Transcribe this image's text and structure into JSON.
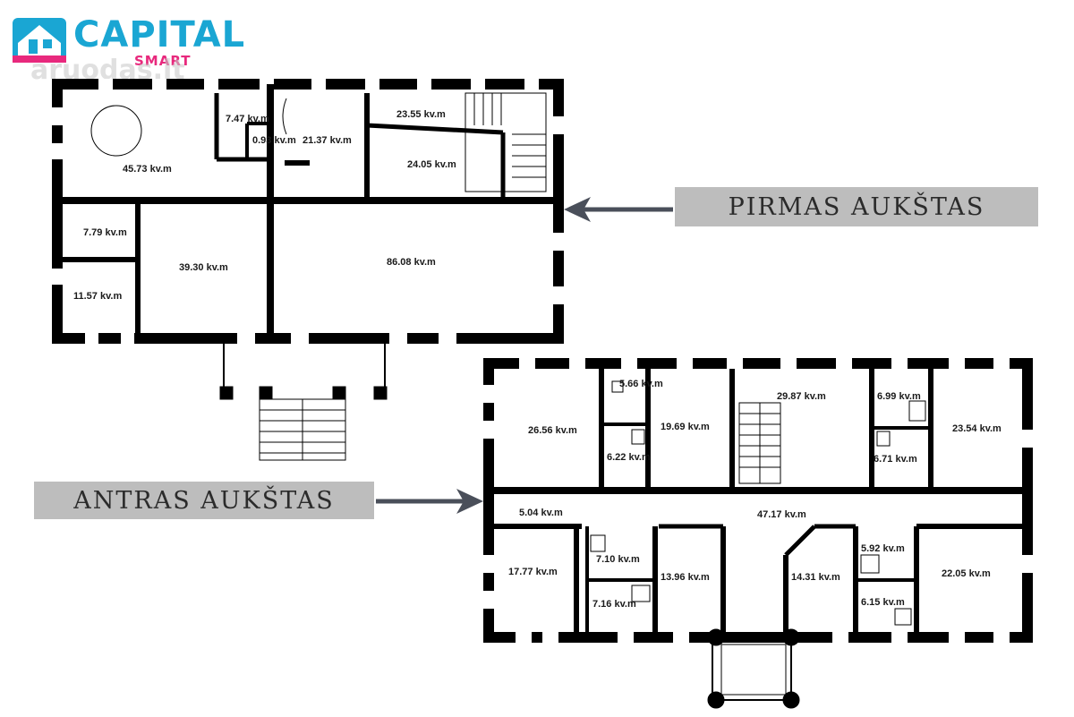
{
  "logo": {
    "name": "CAPITAL",
    "sub": "SMART",
    "brand_color": "#1aa6d3",
    "accent_color": "#e8297d",
    "watermark": "aruodas.lt"
  },
  "floors": {
    "first": {
      "label": "PIRMAS AUKŠTAS",
      "rooms": [
        "45.73 kv.m",
        "7.47 kv.m",
        "0.93 kv.m",
        "21.37 kv.m",
        "23.55 kv.m",
        "24.05 kv.m",
        "7.79 kv.m",
        "39.30 kv.m",
        "86.08 kv.m",
        "11.57 kv.m"
      ]
    },
    "second": {
      "label": "ANTRAS AUKŠTAS",
      "rooms": [
        "5.66 kv.m",
        "26.56 kv.m",
        "19.69 kv.m",
        "6.22 kv.m",
        "29.87 kv.m",
        "6.99 kv.m",
        "23.54 kv.m",
        "6.71 kv.m",
        "5.04 kv.m",
        "47.17 kv.m",
        "17.77 kv.m",
        "7.10 kv.m",
        "13.96 kv.m",
        "7.16 kv.m",
        "14.31 kv.m",
        "5.92 kv.m",
        "22.05 kv.m",
        "6.15 kv.m"
      ]
    }
  }
}
